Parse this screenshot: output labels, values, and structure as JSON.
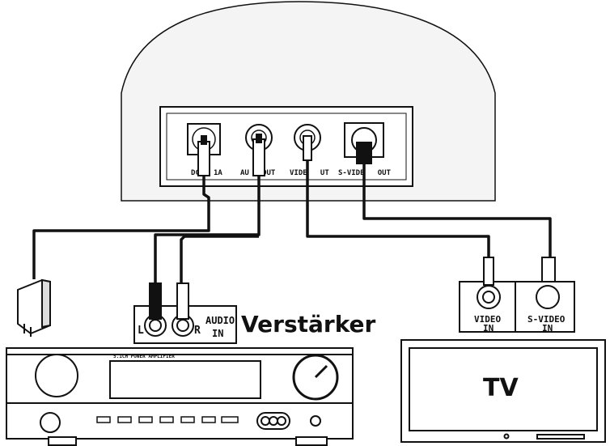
{
  "device_ports": {
    "dc_in": "DC",
    "dc_rating": "1A",
    "audio_out": "AU   OUT",
    "video_out": "VIDE   UT",
    "svideo_out": "S-VIDE   OUT"
  },
  "amplifier": {
    "title": "Verstärker",
    "audio_in_label_1": "AUDIO",
    "audio_in_label_2": "IN",
    "left_channel": "L",
    "right_channel": "R",
    "panel_name": "5.1CH POWER AMPLIFIER"
  },
  "tv": {
    "title": "TV",
    "video_in_1": "VIDEO",
    "video_in_2": "IN",
    "svideo_in_1": "S-VIDEO",
    "svideo_in_2": "IN"
  },
  "colors": {
    "line": "#111111",
    "housing": "#f4f4f4",
    "panel": "#ffffff",
    "shade": "#dddddd"
  }
}
